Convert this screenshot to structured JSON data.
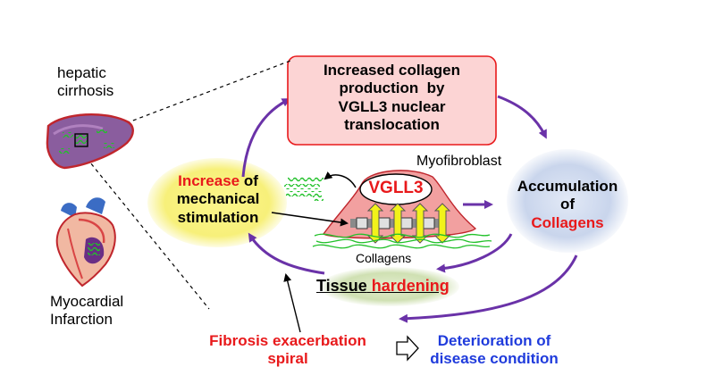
{
  "left_panel": {
    "liver_label_line1": "hepatic",
    "liver_label_line2": "cirrhosis",
    "heart_label_line1": "Myocardial",
    "heart_label_line2": "Infarction"
  },
  "top_box": {
    "line1": "Increased collagen",
    "line2": "production  by",
    "line3": "VGLL3 nuclear",
    "line4": "translocation"
  },
  "mechanical": {
    "increase_word": "Increase",
    "of_word": " of",
    "line2": "mechanical",
    "line3": "stimulation"
  },
  "cell": {
    "cell_label": "Myofibroblast",
    "protein_label": "VGLL3",
    "collagens_label": "Collagens"
  },
  "accumulation": {
    "line1": "Accumulation",
    "line2": "of",
    "line3": "Collagens"
  },
  "tissue": {
    "word1": "Tissue",
    "word2": "hardening"
  },
  "bottom": {
    "spiral_line1": "Fibrosis exacerbation",
    "spiral_line2": "spiral",
    "deterioration_line1": "Deterioration of",
    "deterioration_line2": "disease condition"
  },
  "colors": {
    "cycle_arrow": "#6a32a8",
    "emphasis_red": "#e8191b",
    "outcome_blue": "#1f3bdc",
    "box_fill": "#fcd4d4",
    "yellow_ellipse": "#f7f07a",
    "blue_ellipse": "#c9d5ec",
    "green_ellipse": "#cfe0b2",
    "cell_fill": "#f2a0a0"
  }
}
